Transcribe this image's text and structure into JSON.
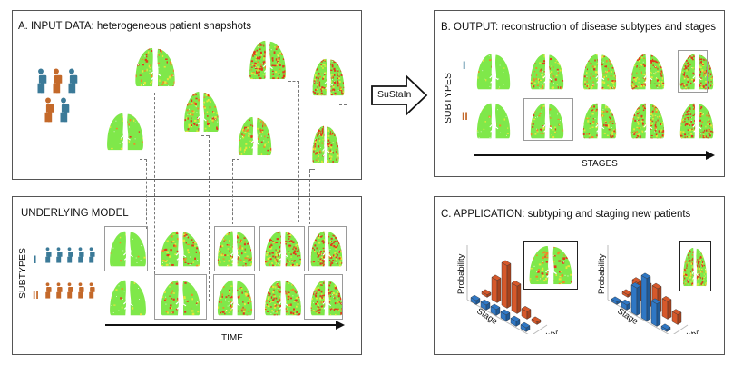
{
  "panels": {
    "input": {
      "title": "A. INPUT DATA: heterogeneous patient snapshots",
      "people": [
        {
          "subtype": "I"
        },
        {
          "subtype": "II"
        },
        {
          "subtype": "I"
        },
        {
          "subtype": "II"
        },
        {
          "subtype": "I"
        }
      ],
      "snapshots": [
        {
          "severity": 0.15,
          "subtype": "I"
        },
        {
          "severity": 0.45,
          "subtype": "II"
        },
        {
          "severity": 0.6,
          "subtype": "II"
        },
        {
          "severity": 0.55,
          "subtype": "I"
        },
        {
          "severity": 0.8,
          "subtype": "I"
        },
        {
          "severity": 0.85,
          "subtype": "I"
        },
        {
          "severity": 0.8,
          "subtype": "II"
        }
      ]
    },
    "model": {
      "title": "UNDERLYING MODEL",
      "subtypes_label": "SUBTYPES",
      "subtype_labels": [
        "I",
        "II"
      ],
      "time_label": "TIME",
      "people_per_row": 5,
      "stages_I": [
        0.05,
        0.5,
        0.65,
        0.8,
        0.9
      ],
      "stages_II": [
        0.05,
        0.45,
        0.6,
        0.75,
        0.85
      ]
    },
    "method": {
      "arrow_label": "SuStaIn"
    },
    "output": {
      "title": "B. OUTPUT: reconstruction of disease subtypes and stages",
      "subtypes_label": "SUBTYPES",
      "subtype_labels": [
        "I",
        "II"
      ],
      "stages_label": "STAGES",
      "stages_I": [
        0.05,
        0.5,
        0.65,
        0.8,
        0.9
      ],
      "stages_II": [
        0.05,
        0.45,
        0.6,
        0.75,
        0.85
      ],
      "highlighted": {
        "I": 5,
        "II": 2
      }
    },
    "application": {
      "title": "C. APPLICATION: subtyping and staging new patients",
      "charts": [
        {
          "probability_label": "Probability",
          "stage_label": "Stage",
          "subtype_label": "Subtype",
          "subtype_I": [
            0.08,
            0.1,
            0.12,
            0.12,
            0.1,
            0.08
          ],
          "subtype_II": [
            0.05,
            0.45,
            0.85,
            0.55,
            0.15,
            0.05
          ],
          "lung_severity": 0.45
        },
        {
          "probability_label": "Probability",
          "stage_label": "Stage",
          "subtype_label": "Subtype",
          "subtype_I": [
            0.05,
            0.1,
            0.55,
            0.85,
            0.45,
            0.05
          ],
          "subtype_II": [
            0.05,
            0.4,
            0.45,
            0.5,
            0.35,
            0.2
          ],
          "lung_severity": 0.85
        }
      ]
    }
  },
  "colors": {
    "subtype_I": "#3b7a98",
    "subtype_II": "#c4692a",
    "bar_I": "#2f77c4",
    "bar_II": "#d6582a",
    "lung_healthy": "#7fe84a",
    "lung_mid": "#e6e63c",
    "lung_severe": "#e23a1c"
  }
}
